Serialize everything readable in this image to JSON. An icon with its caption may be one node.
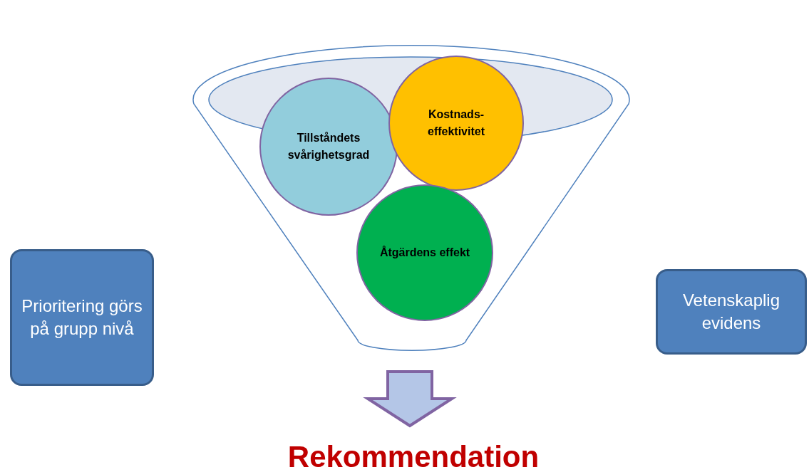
{
  "diagram": {
    "nodes": [
      {
        "text": [],
        "shape": "funnel"
      },
      {
        "text": [
          "Tillståndets svårighetsgrad"
        ],
        "in": 0
      },
      {
        "text": [
          "Kostnads- effektivitet"
        ],
        "in": 0
      },
      {
        "text": [
          "Åtgärdens effekt"
        ],
        "in": 0
      },
      {
        "text": [
          "Prioritering görs på grupp nivå"
        ]
      },
      {
        "text": [
          "Vetenskaplig evidens"
        ]
      },
      {
        "text": [
          "Rekommendation"
        ]
      }
    ],
    "edges": [
      {
        "from": 0,
        "to": 6,
        "arrow": "to",
        "style": "thick"
      }
    ]
  }
}
